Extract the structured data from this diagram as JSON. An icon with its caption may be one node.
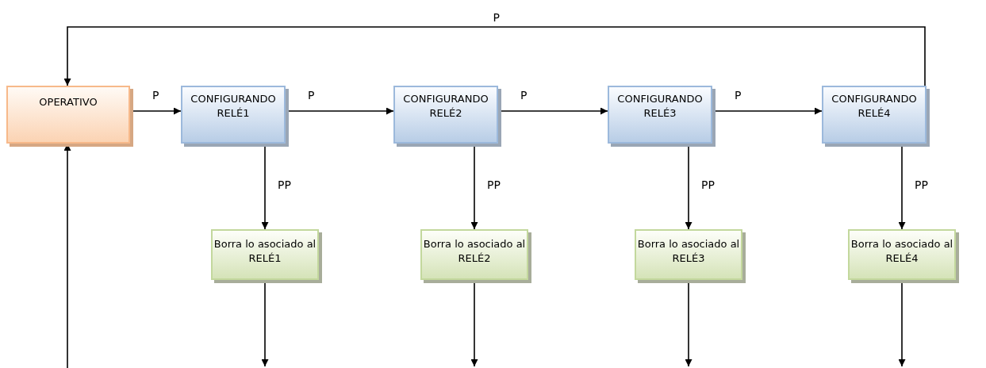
{
  "diagram": {
    "nodes": [
      {
        "text": [
          "OPERATIVO"
        ]
      },
      {
        "text": [
          "CONFIGURANDO RELÉ1"
        ]
      },
      {
        "text": [
          "CONFIGURANDO RELÉ2"
        ]
      },
      {
        "text": [
          "CONFIGURANDO RELÉ3"
        ]
      },
      {
        "text": [
          "CONFIGURANDO RELÉ4"
        ]
      },
      {
        "text": [
          "Borra lo asociado al RELÉ1"
        ]
      },
      {
        "text": [
          "Borra lo asociado al RELÉ2"
        ]
      },
      {
        "text": [
          "Borra lo asociado al RELÉ3"
        ]
      },
      {
        "text": [
          "Borra lo asociado al RELÉ4"
        ]
      }
    ],
    "edges": [
      {
        "from": 0,
        "to": 1,
        "arrow": "to",
        "label": "P"
      },
      {
        "from": 1,
        "to": 2,
        "arrow": "to",
        "label": "P"
      },
      {
        "from": 2,
        "to": 3,
        "arrow": "to",
        "label": "P"
      },
      {
        "from": 3,
        "to": 4,
        "arrow": "to",
        "label": "P"
      },
      {
        "from": 4,
        "to": 0,
        "arrow": "to",
        "label": "P"
      },
      {
        "from": 1,
        "to": 5,
        "arrow": "to",
        "label": "PP"
      },
      {
        "from": 2,
        "to": 6,
        "arrow": "to",
        "label": "PP"
      },
      {
        "from": 3,
        "to": 7,
        "arrow": "to",
        "label": "PP"
      },
      {
        "from": 4,
        "to": 8,
        "arrow": "to",
        "label": "PP"
      },
      {
        "from": 5,
        "to": null,
        "arrow": "to"
      },
      {
        "from": 6,
        "to": null,
        "arrow": "to"
      },
      {
        "from": 7,
        "to": null,
        "arrow": "to"
      },
      {
        "from": 8,
        "to": null,
        "arrow": "to"
      },
      {
        "from": null,
        "to": 0,
        "arrow": "to"
      }
    ]
  }
}
